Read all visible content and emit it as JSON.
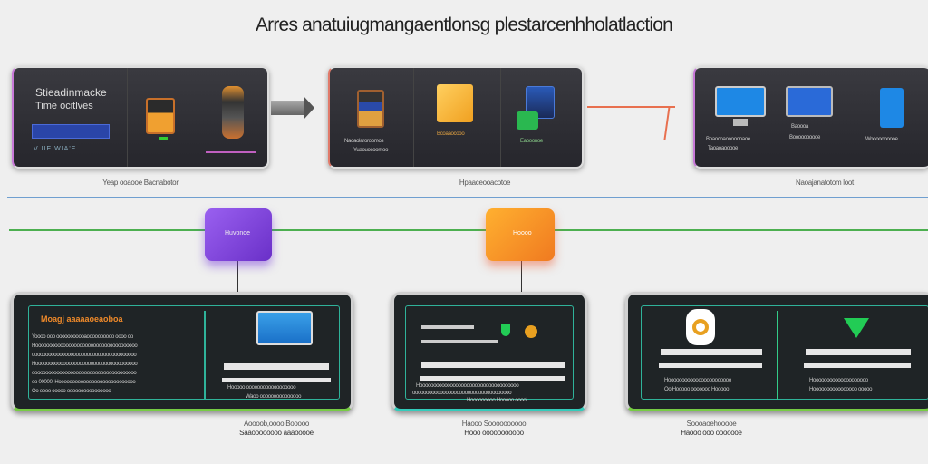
{
  "title": "Arres anatuiugmangaentlonsg plestarcenhholatlaction",
  "colors": {
    "accent_orange": "#f0892a",
    "accent_purple": "#7b3fe0",
    "line_green": "#4caf50",
    "line_blue": "#6f9fd0",
    "connector_red": "#e8704f"
  },
  "top_panels": [
    {
      "heading": "Stieadinmacke",
      "subheading": "Time ocitlves",
      "bar_text": "V  IIE  WIA'E",
      "caption": "Yeap ooaooe Bacnabotor",
      "icons": [
        "tablet-icon",
        "device-icon"
      ]
    },
    {
      "labels": [
        "Naoaolaroroomos",
        "Yuaouocoomoo",
        "Bcoaaocooo",
        "Eaooonoe"
      ],
      "caption": "Hpaaceooacotoe",
      "icons": [
        "server-icon",
        "folder-icon",
        "document-icon"
      ]
    },
    {
      "labels": [
        "Boaocoaooooonaoe",
        "Taoaoaooooe",
        "Baoooa",
        "Boooooooooe",
        "Woooooooooe"
      ],
      "caption": "Naoajanatotom loot",
      "icons": [
        "monitor-icon",
        "monitor-icon",
        "phone-icon"
      ]
    }
  ],
  "cubes": [
    {
      "label": "Huvonoe",
      "icon": "check-icon"
    },
    {
      "label": "Hoooo",
      "icon": "check-icon"
    }
  ],
  "bottom_panels": [
    {
      "heading": "Moagj aaaaaoeaoboa",
      "text": [
        "Yoooo ooo ooooooooooaoooooooooo oooo oo",
        "Hooooooooooooooooooooooooooooooooooooo",
        "oooooooooooooooooooooooooooooooooooooo",
        "Hooooooooooooooooooooooooooooooooooooo",
        "oooooooooooooooooooooooooooooooooooooo",
        "oo 00000. Hoooooooooooooooooooooooooooo",
        "Oo oooo ooooo oooooooooooooooo"
      ],
      "right_text": [
        "Hooooo oooooooooooooooooo",
        "Waoo ooooooooooooooo"
      ],
      "caption": [
        "Aoooob,oooo Booooo",
        "Saaoooooooo aaaooooe"
      ],
      "icons": [
        "browser-window-icon"
      ]
    },
    {
      "text": [
        "Hoooooooooooooooooooooooooooooooooooo",
        "oooooooooooooooooooooooooooooooooooo",
        "Hooooooooo Hooooo ooool"
      ],
      "caption": [
        "Haooo Soooooooooo",
        "Hooo ooooooooooo"
      ],
      "icons": [
        "shield-icon",
        "coin-icon"
      ]
    },
    {
      "text_left": [
        "Hooooooooooooooooooooooo",
        "Oo Hooooo ooooooo Hooooo"
      ],
      "text_right": [
        "Hoooooooooooooooooooo",
        "Hoooooooooooooooo ooooo"
      ],
      "caption": [
        "Soooaoehooooe",
        "Haooo ooo ooooooe"
      ],
      "icons": [
        "gear-icon",
        "download-arrow-icon"
      ]
    }
  ]
}
